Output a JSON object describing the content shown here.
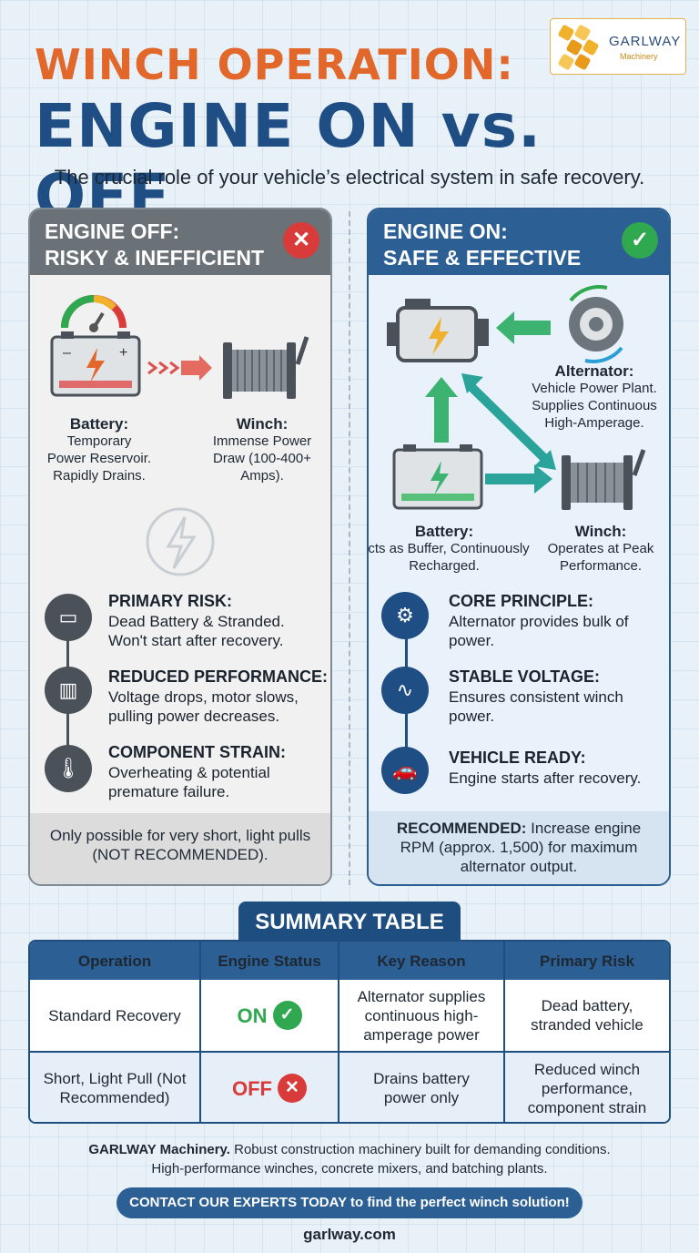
{
  "header": {
    "title_line1": "WINCH OPERATION:",
    "title_line2": "ENGINE ON vs. OFF",
    "subtitle": "The crucial role of your vehicle’s electrical system in safe recovery.",
    "logo_name": "GARLWAY",
    "logo_sub": "Machinery"
  },
  "left_panel": {
    "heading_line1": "ENGINE OFF:",
    "heading_line2": "RISKY & INEFFICIENT",
    "battery_title": "Battery:",
    "battery_desc": "Temporary Power Reservoir. Rapidly Drains.",
    "winch_title": "Winch:",
    "winch_desc": "Immense Power Draw (100-400+ Amps).",
    "risks": [
      {
        "title": "PRIMARY RISK:",
        "desc": "Dead Battery & Stranded. Won't start after recovery.",
        "icon": "battery-icon"
      },
      {
        "title": "REDUCED PERFORMANCE:",
        "desc": "Voltage drops, motor slows, pulling power decreases.",
        "icon": "winch-icon"
      },
      {
        "title": "COMPONENT STRAIN:",
        "desc": "Overheating & potential premature failure.",
        "icon": "thermometer-icon"
      }
    ],
    "footer": "Only possible for very short, light pulls (NOT RECOMMENDED)."
  },
  "right_panel": {
    "heading_line1": "ENGINE ON:",
    "heading_line2": "SAFE & EFFECTIVE",
    "alternator_title": "Alternator:",
    "alternator_desc": "Vehicle Power Plant. Supplies Continuous High-Amperage.",
    "battery_title": "Battery:",
    "battery_desc": "Acts as Buffer, Continuously Recharged.",
    "winch_title": "Winch:",
    "winch_desc": "Operates at Peak Performance.",
    "points": [
      {
        "title": "CORE PRINCIPLE:",
        "desc": "Alternator provides bulk of power.",
        "icon": "engine-icon"
      },
      {
        "title": "STABLE VOLTAGE:",
        "desc": "Ensures consistent winch power.",
        "icon": "voltage-graph-icon"
      },
      {
        "title": "VEHICLE READY:",
        "desc": "Engine starts after recovery.",
        "icon": "car-icon"
      }
    ],
    "footer_bold": "RECOMMENDED:",
    "footer_text": "Increase engine RPM (approx. 1,500) for maximum alternator output."
  },
  "summary": {
    "title": "SUMMARY TABLE",
    "headers": [
      "Operation",
      "Engine Status",
      "Key Reason",
      "Primary Risk"
    ],
    "rows": [
      {
        "operation": "Standard Recovery",
        "status": "ON",
        "reason": "Alternator supplies continuous high-amperage power",
        "risk": "Dead battery, stranded vehicle"
      },
      {
        "operation": "Short, Light Pull (Not Recommended)",
        "status": "OFF",
        "reason": "Drains battery power only",
        "risk": "Reduced winch performance, component strain"
      }
    ]
  },
  "footer": {
    "brand": "GARLWAY Machinery.",
    "line1_rest": "Robust construction machinery built for demanding conditions.",
    "line2": "High-performance winches, concrete mixers, and batching plants.",
    "cta": "CONTACT OUR EXPERTS TODAY to find the perfect winch solution!",
    "url": "garlway.com"
  },
  "colors": {
    "orange": "#e2672a",
    "navy": "#1f4e85",
    "red": "#d93b3b",
    "green": "#2fa84f"
  }
}
